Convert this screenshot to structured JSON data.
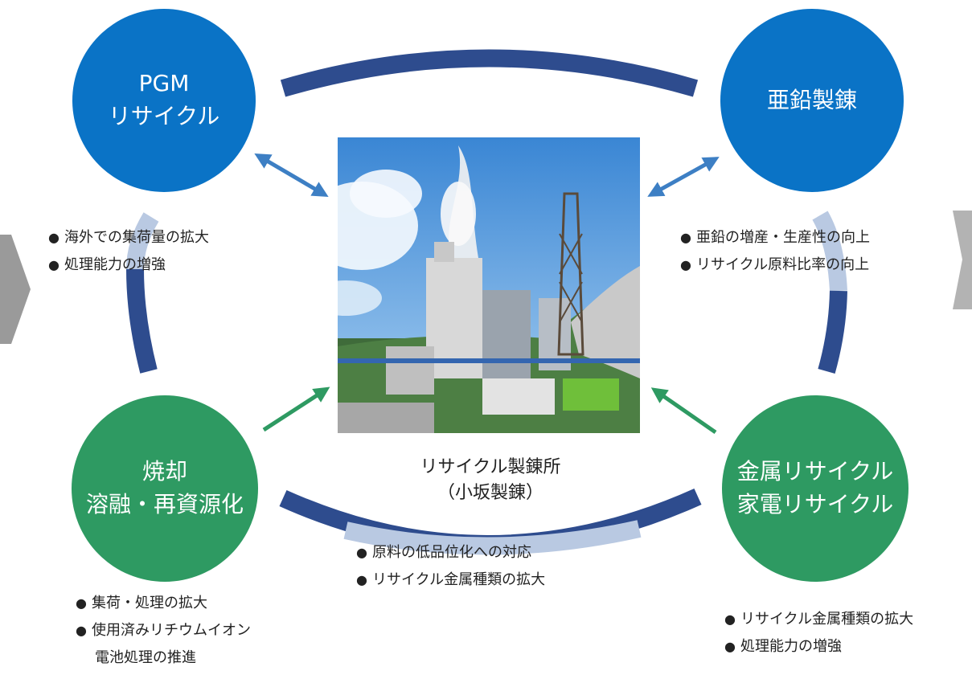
{
  "colors": {
    "blue_circle": "#0a73c6",
    "green_circle": "#2e9a62",
    "ring_dark": "#2e4c8e",
    "ring_light": "#b9c9e2",
    "blue_arrow": "#3d7fc4",
    "green_arrow": "#2e9a62",
    "chevron": "#9a9a9a"
  },
  "nodes": {
    "pgm": {
      "line1": "PGM",
      "line2": "リサイクル"
    },
    "zinc": {
      "line1": "亜鉛製錬"
    },
    "incineration": {
      "line1": "焼却",
      "line2": "溶融・再資源化"
    },
    "metal": {
      "line1": "金属リサイクル",
      "line2": "家電リサイクル"
    }
  },
  "center": {
    "line1": "リサイクル製錬所",
    "line2": "（小坂製錬）"
  },
  "bullets": {
    "pgm": [
      "海外での集荷量の拡大",
      "処理能力の増強"
    ],
    "zinc": [
      "亜鉛の増産・生産性の向上",
      "リサイクル原料比率の向上"
    ],
    "incineration": {
      "item1": "集荷・処理の拡大",
      "item2": "使用済みリチウムイオン",
      "item2_cont": "電池処理の推進"
    },
    "center": [
      "原料の低品位化への対応",
      "リサイクル金属種類の拡大"
    ],
    "metal": [
      "リサイクル金属種類の拡大",
      "処理能力の増強"
    ]
  },
  "icons": {
    "left": "chevron-right-icon",
    "right": "chevron-right-icon",
    "pgm_arrow": "double-arrow-icon",
    "zinc_arrow": "double-arrow-icon",
    "incineration_arrow": "arrow-up-right-icon",
    "metal_arrow": "arrow-up-left-icon"
  }
}
